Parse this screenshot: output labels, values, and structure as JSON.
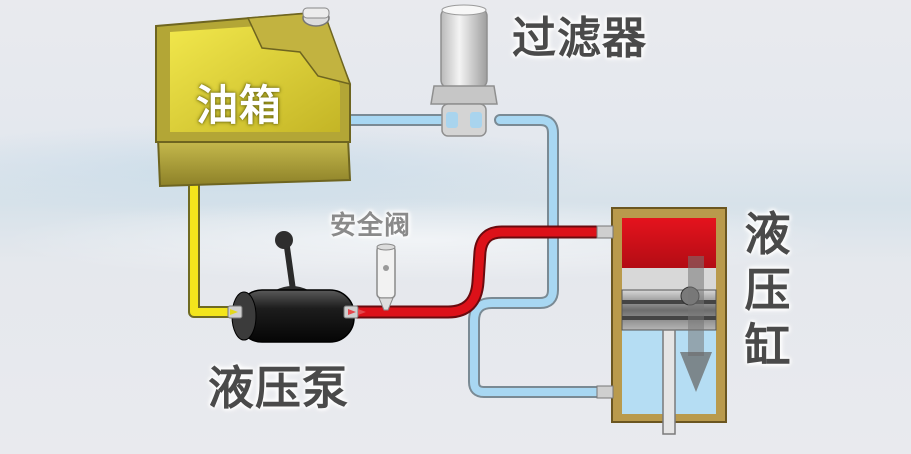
{
  "labels": {
    "filter": "过滤器",
    "safety_valve": "安全阀",
    "pump": "液压泵",
    "tank": "油箱",
    "cylinder": "液压缸"
  },
  "colors": {
    "suction_line": "#f3e51c",
    "pressure_line": "#d8101a",
    "return_line": "#9ed0ee",
    "tank_body": "#b9ad3f",
    "oil": "#e8dc3e",
    "pump_body": "#222222"
  }
}
